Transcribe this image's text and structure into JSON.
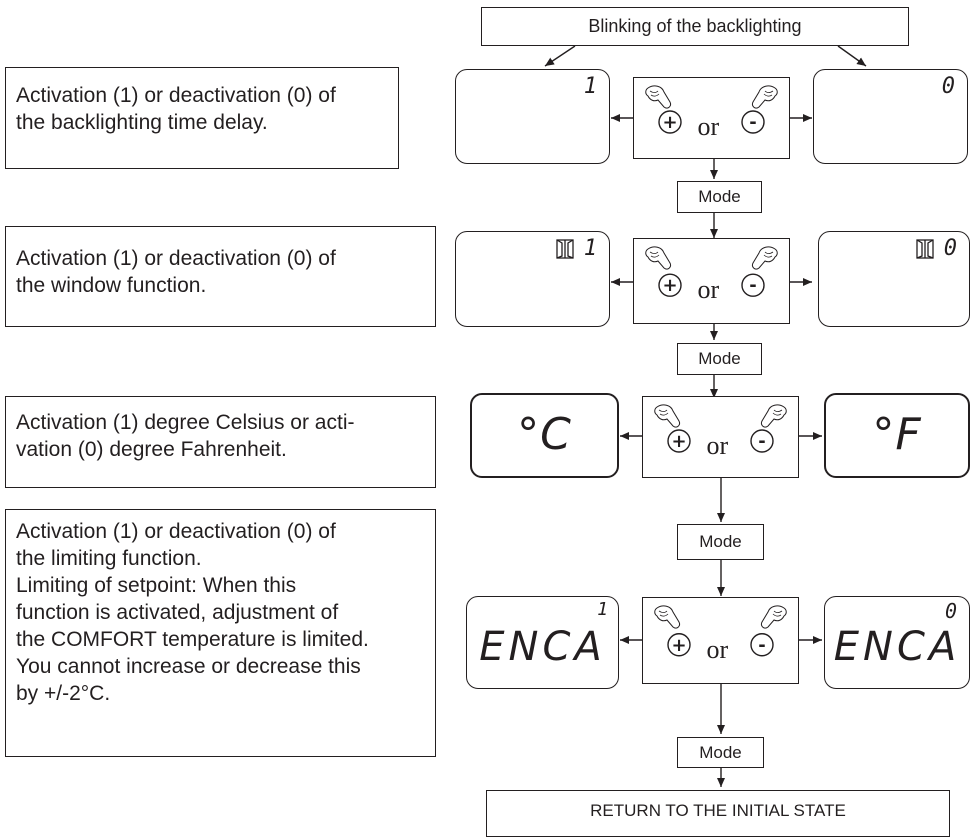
{
  "header": {
    "label": "Blinking of the backlighting"
  },
  "footer": {
    "label": "RETURN TO THE INITIAL STATE"
  },
  "mode_label": "Mode",
  "or_label": "or",
  "descriptions": [
    {
      "lines": [
        "Activation (1) or deactivation (0) of",
        "the backlighting time delay."
      ]
    },
    {
      "lines": [
        "Activation (1) or deactivation (0) of",
        "the window function."
      ]
    },
    {
      "lines": [
        "Activation (1) degree Celsius or acti-",
        "vation (0) degree Fahrenheit."
      ]
    },
    {
      "lines": [
        "Activation (1) or deactivation (0) of",
        "the limiting function.",
        "Limiting of setpoint: When this",
        "function is activated, adjustment of",
        "the COMFORT temperature is limited.",
        "You cannot increase or decrease this",
        "by +/-2°C."
      ]
    }
  ],
  "displays": [
    {
      "left": "1",
      "right": "0"
    },
    {
      "left": "1",
      "right": "0",
      "icon": "window-icon"
    },
    {
      "left": "°C",
      "right": "°F"
    },
    {
      "left_main": "ENCA",
      "left_digit": "1",
      "right_main": "ENCA",
      "right_digit": "0"
    }
  ],
  "controls": {
    "plus_symbol": "+",
    "minus_symbol": "-",
    "icon": "finger-press-icon"
  },
  "colors": {
    "stroke": "#231f20",
    "background": "#ffffff"
  }
}
